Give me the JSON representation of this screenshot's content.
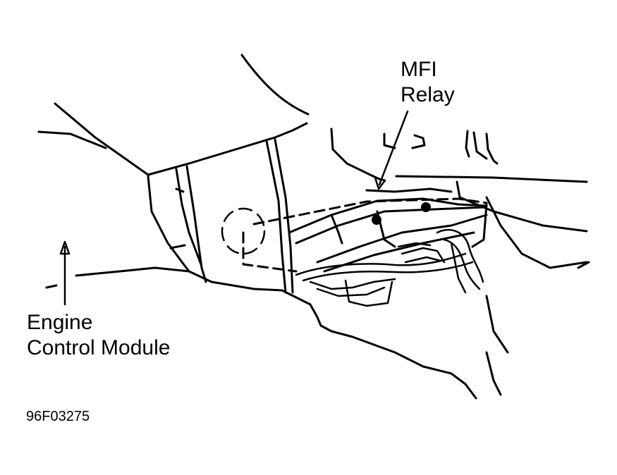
{
  "labels": {
    "mfi_relay_line1": "MFI",
    "mfi_relay_line2": "Relay",
    "ecm_line1": "Engine",
    "ecm_line2": "Control Module",
    "figure_code": "96F03275"
  },
  "colors": {
    "ink": "#000000",
    "background": "#ffffff"
  }
}
